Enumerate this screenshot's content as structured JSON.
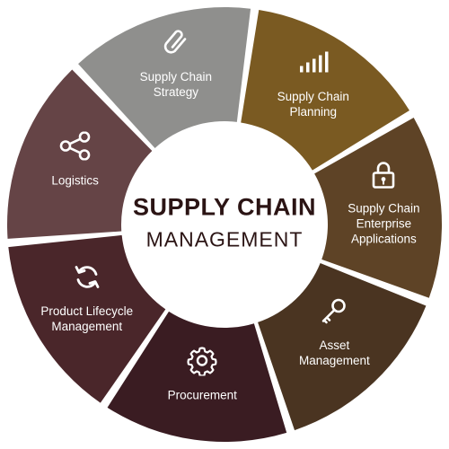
{
  "center": {
    "title": "SUPPLY CHAIN",
    "subtitle": "MANAGEMENT"
  },
  "segments": [
    {
      "label": "Supply Chain\nPlanning",
      "icon": "signal-bars-icon",
      "color": "#7a5a22"
    },
    {
      "label": "Supply Chain\nEnterprise\nApplications",
      "icon": "lock-icon",
      "color": "#5e4326"
    },
    {
      "label": "Asset\nManagement",
      "icon": "key-icon",
      "color": "#4a3421"
    },
    {
      "label": "Procurement",
      "icon": "gear-icon",
      "color": "#3a1c22"
    },
    {
      "label": "Product Lifecycle\nManagement",
      "icon": "refresh-icon",
      "color": "#4a262a"
    },
    {
      "label": "Logistics",
      "icon": "share-icon",
      "color": "#654446"
    },
    {
      "label": "Supply Chain\nStrategy",
      "icon": "paperclip-icon",
      "color": "#8f8f8d"
    }
  ]
}
